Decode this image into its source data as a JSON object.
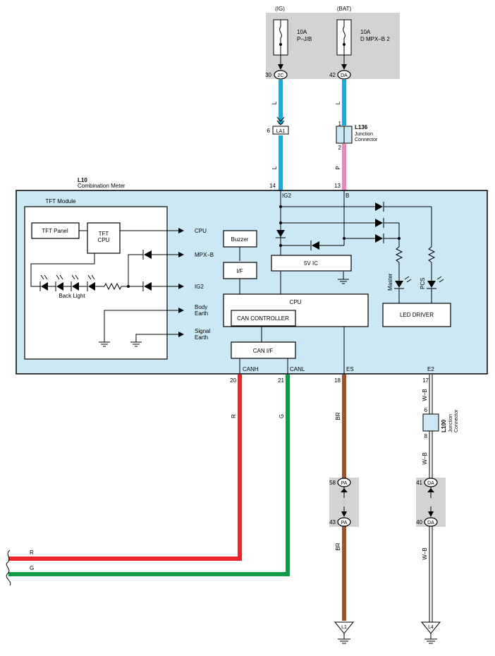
{
  "colors": {
    "meter_fill": "#cce8f4",
    "fuse_fill": "#d3d3d3",
    "wire_blue": "#1ba9e0",
    "wire_pink": "#ee88bb",
    "wire_red": "#e8262b",
    "wire_green": "#0e9b48",
    "wire_brown": "#a0522d"
  },
  "fuse_ig": {
    "source": "(IG)",
    "rating": "10A",
    "name": "P–J/B",
    "pin": "30",
    "conn": "2C"
  },
  "fuse_bat": {
    "source": "(BAT)",
    "rating": "10A",
    "name": "D MPX–B 2",
    "pin": "42",
    "conn": "DA"
  },
  "wire_ig": {
    "color_upper": "L",
    "color_lower": "L",
    "conn_pin": "6",
    "conn": "LA1",
    "meter_pin": "14"
  },
  "wire_bat": {
    "pin_upper": "1",
    "pin_lower": "2",
    "color_upper": "L",
    "color_lower": "P",
    "meter_pin": "13"
  },
  "l136": {
    "id": "L136",
    "name_1": "Junction",
    "name_2": "Connector"
  },
  "meter": {
    "id": "L10",
    "name": "Combination Meter",
    "pin_ig2": "IG2",
    "pin_b": "B",
    "pin_canh": "CANH",
    "pin_canl": "CANL",
    "pin_es": "ES",
    "pin_e2": "E2",
    "pin_canh_no": "20",
    "pin_canl_no": "21",
    "pin_es_no": "18",
    "pin_e2_no": "17"
  },
  "tft": {
    "title": "TFT Module",
    "panel": "TFT Panel",
    "cpu_1": "TFT",
    "cpu_2": "CPU",
    "backlight": "Back Light",
    "sig_cpu": "CPU",
    "sig_mpxb": "MPX–B",
    "sig_ig2": "IG2",
    "sig_body_1": "Body",
    "sig_body_2": "Earth",
    "sig_signal_1": "Signal",
    "sig_signal_2": "Earth"
  },
  "blocks": {
    "buzzer": "Buzzer",
    "if": "I/F",
    "vic": "5V IC",
    "cpu": "CPU",
    "can_controller": "CAN CONTROLLER",
    "can_if": "CAN I/F",
    "led_driver": "LED DRIVER",
    "master": "Master",
    "pcs": "PCS"
  },
  "wire_canh": {
    "color": "R",
    "end_label": "R"
  },
  "wire_canl": {
    "color": "G",
    "end_label": "G"
  },
  "wire_es": {
    "color_upper": "BR",
    "color_lower": "BR",
    "pin_upper": "58",
    "conn_upper": "PA",
    "pin_lower": "43",
    "conn_lower": "PA",
    "ground": "L1"
  },
  "wire_e2": {
    "color_1": "W–B",
    "color_2": "W–B",
    "color_3": "W–B",
    "l100_pin_upper": "6",
    "l100_pin_lower": "8",
    "l100_id": "L100",
    "l100_name_1": "Junction",
    "l100_name_2": "Connector",
    "pin_upper": "41",
    "conn_upper": "DA",
    "pin_lower": "40",
    "conn_lower": "DA",
    "ground": "L4"
  }
}
